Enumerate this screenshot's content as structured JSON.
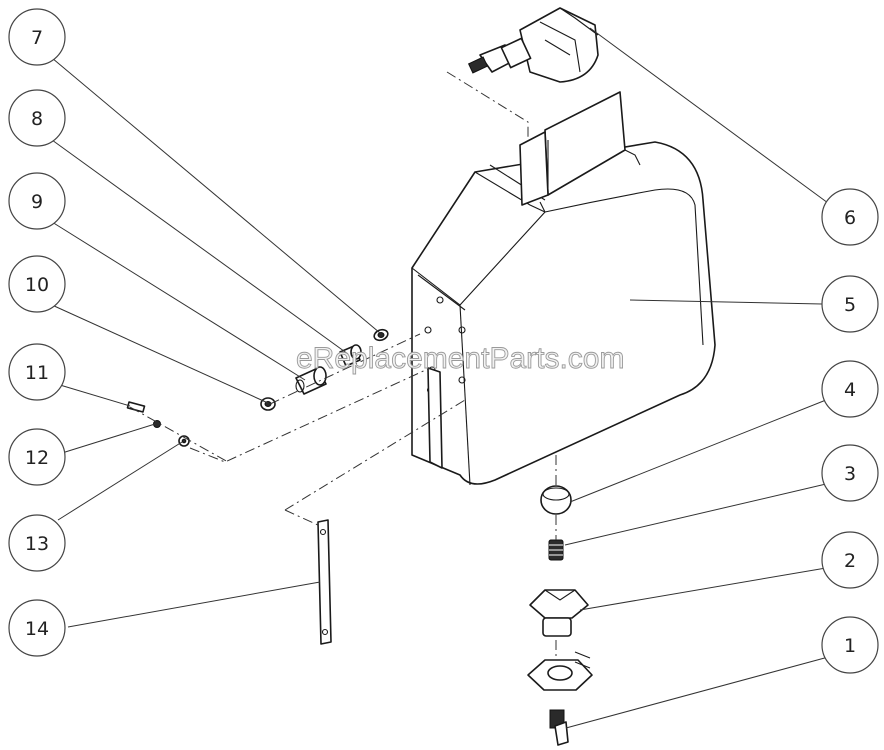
{
  "watermark": "eReplacementParts.com",
  "callouts": [
    {
      "label": "7"
    },
    {
      "label": "8"
    },
    {
      "label": "9"
    },
    {
      "label": "10"
    },
    {
      "label": "11"
    },
    {
      "label": "12"
    },
    {
      "label": "13"
    },
    {
      "label": "14"
    },
    {
      "label": "6"
    },
    {
      "label": "5"
    },
    {
      "label": "4"
    },
    {
      "label": "3"
    },
    {
      "label": "2"
    },
    {
      "label": "1"
    }
  ]
}
